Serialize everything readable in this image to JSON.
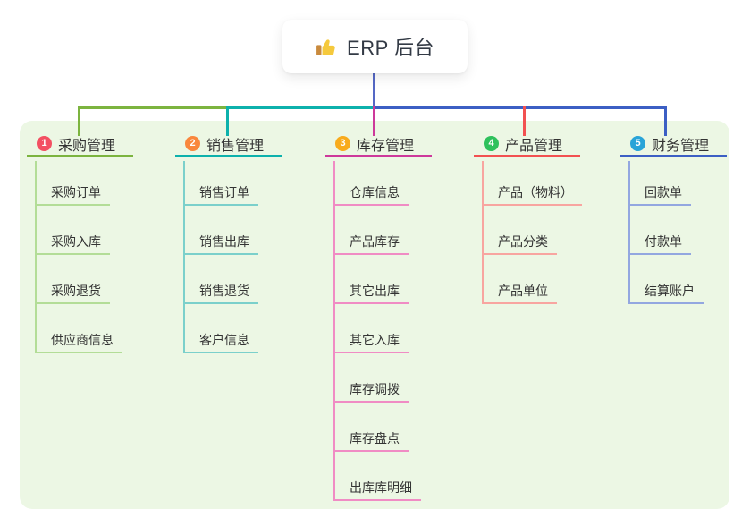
{
  "root": {
    "title": "ERP 后台",
    "icon": "thumbs-up-icon"
  },
  "colors": {
    "canvas_bg": "#ffffff",
    "panel_bg": "#ecf7e4",
    "root_connector": "#5568c5",
    "node_text": "#333333",
    "title_text": "#333a45"
  },
  "branches": [
    {
      "number": "1",
      "label": "采购管理",
      "circle_color": "#f35062",
      "line_color": "#7cb43f",
      "child_line_color": "#b3dd97",
      "children": [
        "采购订单",
        "采购入库",
        "采购退货",
        "供应商信息"
      ]
    },
    {
      "number": "2",
      "label": "销售管理",
      "circle_color": "#f9873d",
      "line_color": "#0db1ac",
      "child_line_color": "#7bd0cb",
      "children": [
        "销售订单",
        "销售出库",
        "销售退货",
        "客户信息"
      ]
    },
    {
      "number": "3",
      "label": "库存管理",
      "circle_color": "#f8ab1c",
      "line_color": "#cd399b",
      "child_line_color": "#f08cc4",
      "children": [
        "仓库信息",
        "产品库存",
        "其它出库",
        "其它入库",
        "库存调拨",
        "库存盘点",
        "出库库明细"
      ]
    },
    {
      "number": "4",
      "label": "产品管理",
      "circle_color": "#2ec15c",
      "line_color": "#f25151",
      "child_line_color": "#f8a5a0",
      "children": [
        "产品（物料）",
        "产品分类",
        "产品单位"
      ]
    },
    {
      "number": "5",
      "label": "财务管理",
      "circle_color": "#29a4d8",
      "line_color": "#3c5fc4",
      "child_line_color": "#93a7e0",
      "children": [
        "回款单",
        "付款单",
        "结算账户"
      ]
    }
  ]
}
